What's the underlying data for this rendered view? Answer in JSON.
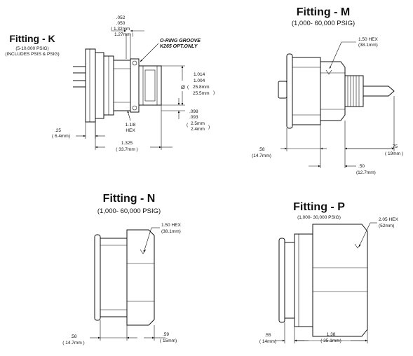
{
  "fittings": {
    "k": {
      "title": "Fitting - K",
      "range": "(5-10,000 PSIG)",
      "note": "(INCLUDES PSIS & PSIG)",
      "groove_note_1": "O-RING GROOVE",
      "groove_note_2": "K265 OPT.ONLY",
      "dims": {
        "tol_a": ".052",
        "tol_b": ".050",
        "tol_c": "( 1.32mm",
        "tol_d": "1.27mm )",
        "dia_a": "1.014",
        "dia_b": "1.004",
        "dia_symbol": "Ø",
        "dia_c": "25.8mm",
        "dia_d": "25.5mm",
        "dep_a": ".098",
        "dep_b": ".093",
        "dep_c": "2.5mm",
        "dep_d": "2.4mm",
        "hex_a": "1-1/8",
        "hex_b": "HEX",
        "flange_a": ".25",
        "flange_b": "( 6.4mm)",
        "len_a": "1.325",
        "len_b": "( 33.7mm )"
      }
    },
    "m": {
      "title": "Fitting - M",
      "range": "(1,000- 60,000 PSIG)",
      "dims": {
        "hex_a": "1.50 HEX",
        "hex_b": "(38.1mm)",
        "body_a": ".58",
        "body_b": "(14.7mm)",
        "tip_a": ".75",
        "tip_b": "( 19mm )",
        "hexlen_a": ".50",
        "hexlen_b": "(12.7mm)"
      }
    },
    "n": {
      "title": "Fitting - N",
      "range": "(1,000- 60,000 PSIG)",
      "dims": {
        "hex_a": "1.50 HEX",
        "hex_b": "(38.1mm)",
        "body_a": ".58",
        "body_b": "( 14.7mm )",
        "hexlen_a": ".59",
        "hexlen_b": "( 15mm)"
      }
    },
    "p": {
      "title": "Fitting - P",
      "range": "(1,000- 30,000 PSIG)",
      "dims": {
        "hex_a": "2.05 HEX",
        "hex_b": "(52mm)",
        "body_a": ".55",
        "body_b": "( 14mm)",
        "hexlen_a": "1.38",
        "hexlen_b": "( 35.1mm)"
      }
    }
  }
}
